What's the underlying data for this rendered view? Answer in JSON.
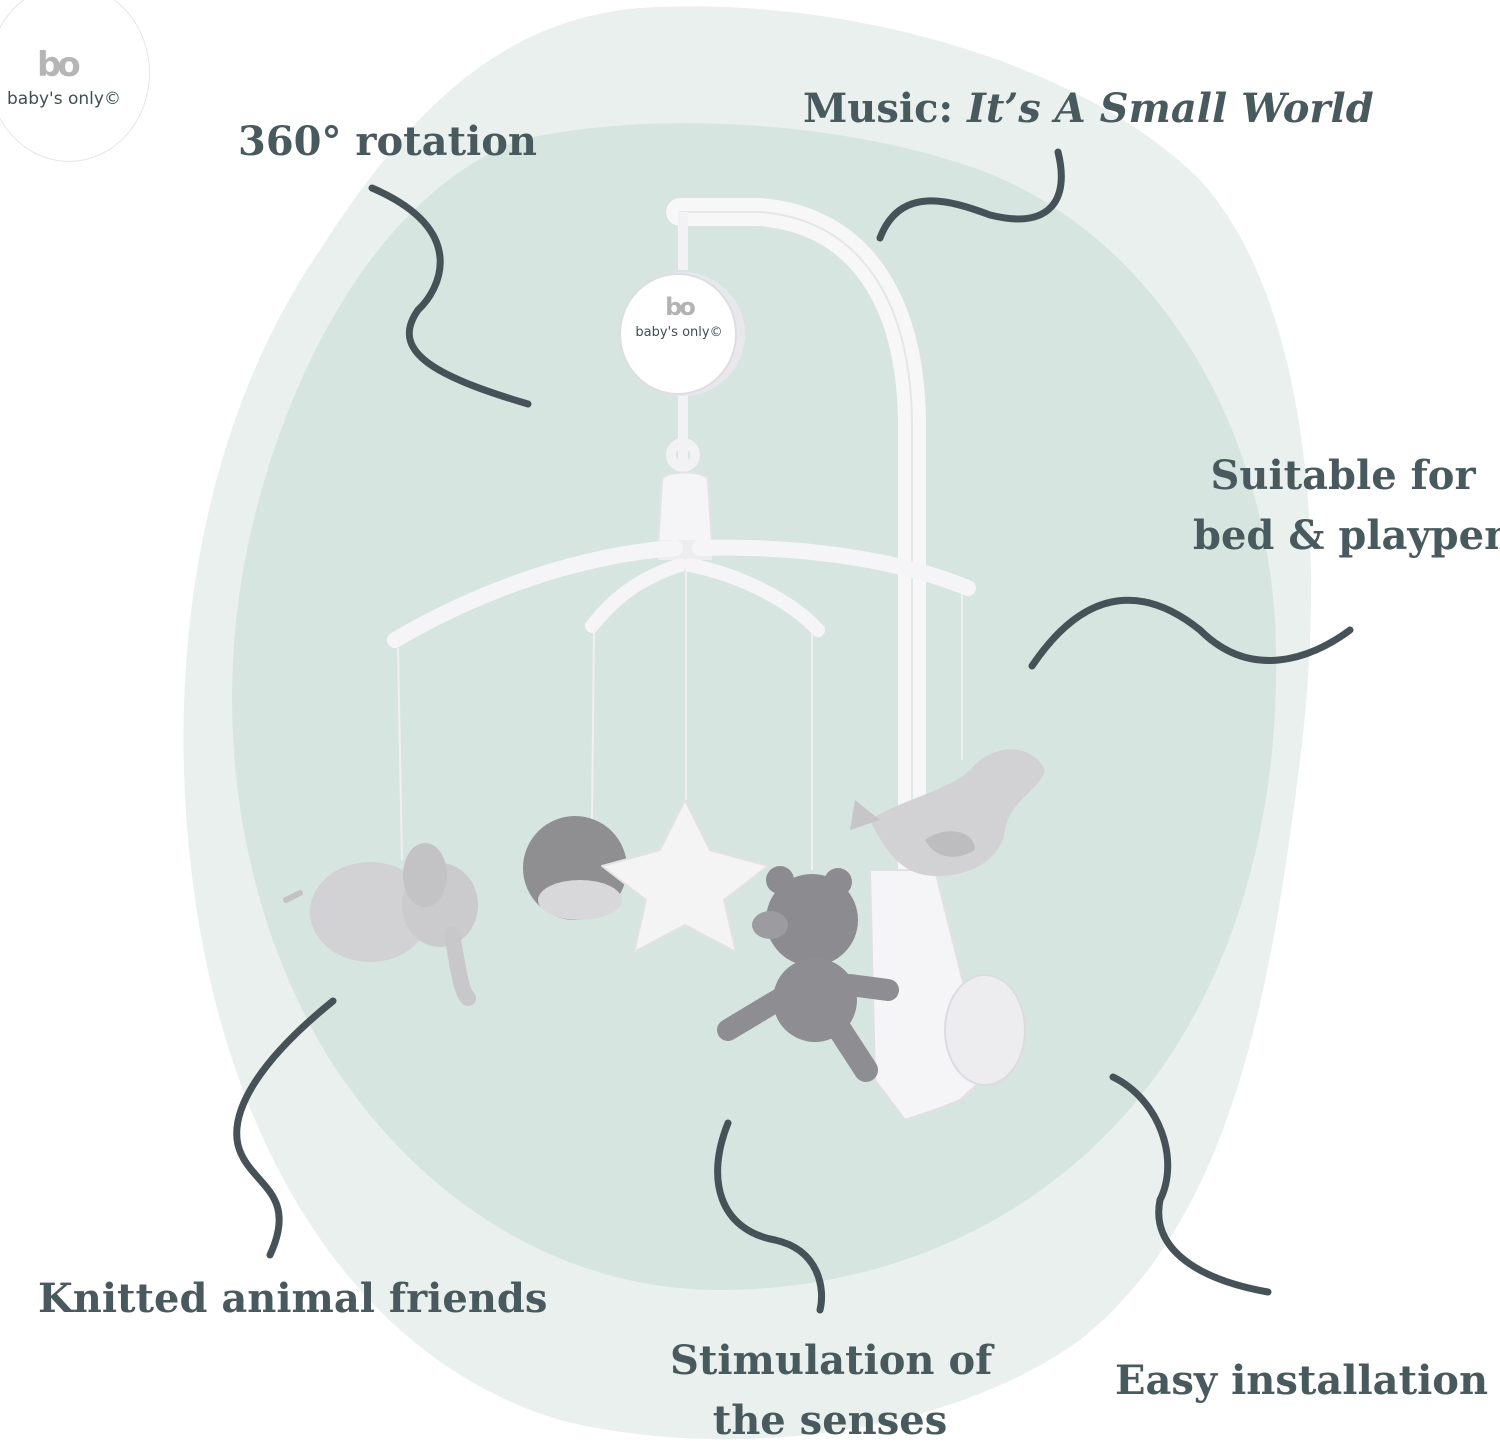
{
  "brand": {
    "logo_mark": "bo",
    "logo_text": "baby's only©"
  },
  "labels": {
    "rotation": "360° rotation",
    "music_prefix": "Music: ",
    "music_title": "It’s A Small World",
    "suitable_line1": "Suitable for",
    "suitable_line2": "bed & playpen",
    "knitted": "Knitted animal friends",
    "stimulation_line1": "Stimulation of",
    "stimulation_line2": "the senses",
    "installation": "Easy installation"
  },
  "music_box": {
    "logo_mark": "bo",
    "logo_text": "baby's only©"
  },
  "colors": {
    "blob_outer": "#eaf0ed",
    "blob_inner": "#d6e5df",
    "text": "#495a5f",
    "squiggle": "#465257",
    "mobile_white": "#fafafa",
    "knit_light": "#d6d6d6",
    "knit_dark": "#9a9a9a"
  }
}
